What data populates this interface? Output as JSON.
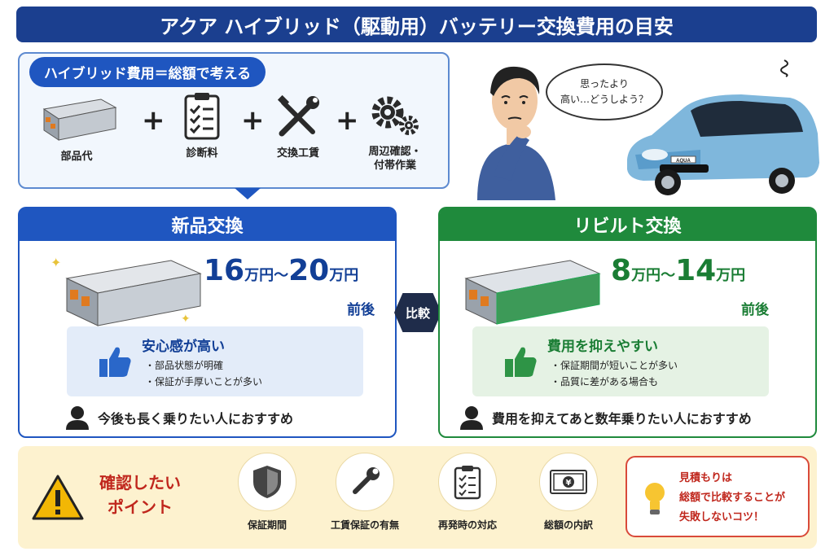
{
  "title": "アクア ハイブリッド（駆動用）バッテリー交換費用の目安",
  "cost_box": {
    "label": "ハイブリッド費用＝総額で考える",
    "items": [
      {
        "caption": "部品代",
        "icon": "battery-icon"
      },
      {
        "caption": "診断料",
        "icon": "clipboard-checklist-icon"
      },
      {
        "caption": "交換工賃",
        "icon": "tools-icon"
      },
      {
        "caption_line1": "周辺確認・",
        "caption_line2": "付帯作業",
        "icon": "gears-icon"
      }
    ],
    "plus": "+"
  },
  "bubble": {
    "line1": "思ったより",
    "line2": "高い…どうしよう？"
  },
  "car": {
    "badge": "AQUA"
  },
  "new_panel": {
    "title": "新品交換",
    "price_from": "16",
    "price_to": "20",
    "unit": "万円",
    "tilde": "～",
    "suffix": "前後",
    "merit_title": "安心感が高い",
    "merit_points": [
      "部品状態が明確",
      "保証が手厚いことが多い"
    ],
    "recommend": "今後も長く乗りたい人におすすめ",
    "accent": "#1f56c0"
  },
  "rebuilt_panel": {
    "title": "リビルト交換",
    "price_from": "8",
    "price_to": "14",
    "unit": "万円",
    "tilde": "～",
    "suffix": "前後",
    "merit_title": "費用を抑えやすい",
    "merit_points": [
      "保証期間が短いことが多い",
      "品質に差がある場合も"
    ],
    "recommend": "費用を抑えてあと数年乗りたい人におすすめ",
    "accent": "#1f8a3c"
  },
  "compare": "比較",
  "checkpoints": {
    "title_line1": "確認したい",
    "title_line2": "ポイント",
    "items": [
      {
        "label": "保証期間",
        "icon": "shield-icon"
      },
      {
        "label": "工賃保証の有無",
        "icon": "wrench-icon"
      },
      {
        "label": "再発時の対応",
        "icon": "checklist-icon"
      },
      {
        "label": "総額の内訳",
        "icon": "banknote-icon"
      }
    ],
    "tip": {
      "line1": "見積もりは",
      "line2": "総額で比較することが",
      "line3": "失敗しないコツ！",
      "icon": "lightbulb-icon"
    }
  }
}
